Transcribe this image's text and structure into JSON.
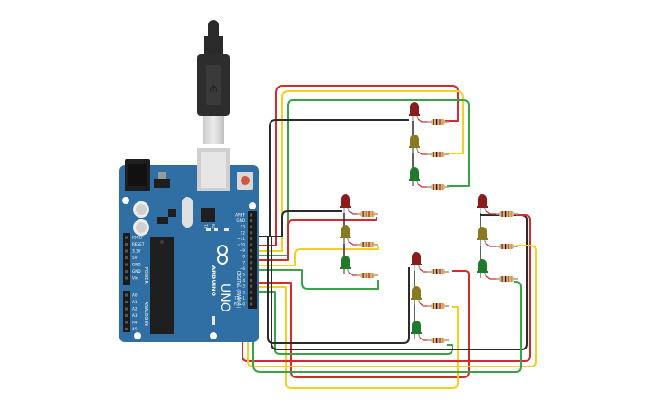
{
  "board": {
    "brand": "ARDUINO",
    "model": "UNO",
    "digital_label": "DIGITAL (PWM ~)",
    "power_label": "POWER",
    "analog_label": "ANALOG IN",
    "tx_label": "TX",
    "rx_label": "RX",
    "l_label": "L",
    "digital_pins": [
      "AREF",
      "GND",
      "13",
      "12",
      "~11",
      "~10",
      "~9",
      "8",
      "7",
      "~6",
      "~5",
      "4",
      "~3",
      "2",
      "TX→1",
      "RX←0"
    ],
    "power_pins": [
      "IOREF",
      "RESET",
      "3.3V",
      "5V",
      "GND",
      "GND",
      "Vin"
    ],
    "analog_pins": [
      "A0",
      "A1",
      "A2",
      "A3",
      "A4",
      "A5"
    ]
  },
  "colors": {
    "board": "#2f6fa3",
    "wire_red": "#d62b2b",
    "wire_yellow": "#f2d21b",
    "wire_green": "#3aa34a",
    "wire_black": "#2b2b2b",
    "led_red": "#8b1c1c",
    "led_yellow": "#8a7a1f",
    "led_green": "#1f7a2a"
  }
}
